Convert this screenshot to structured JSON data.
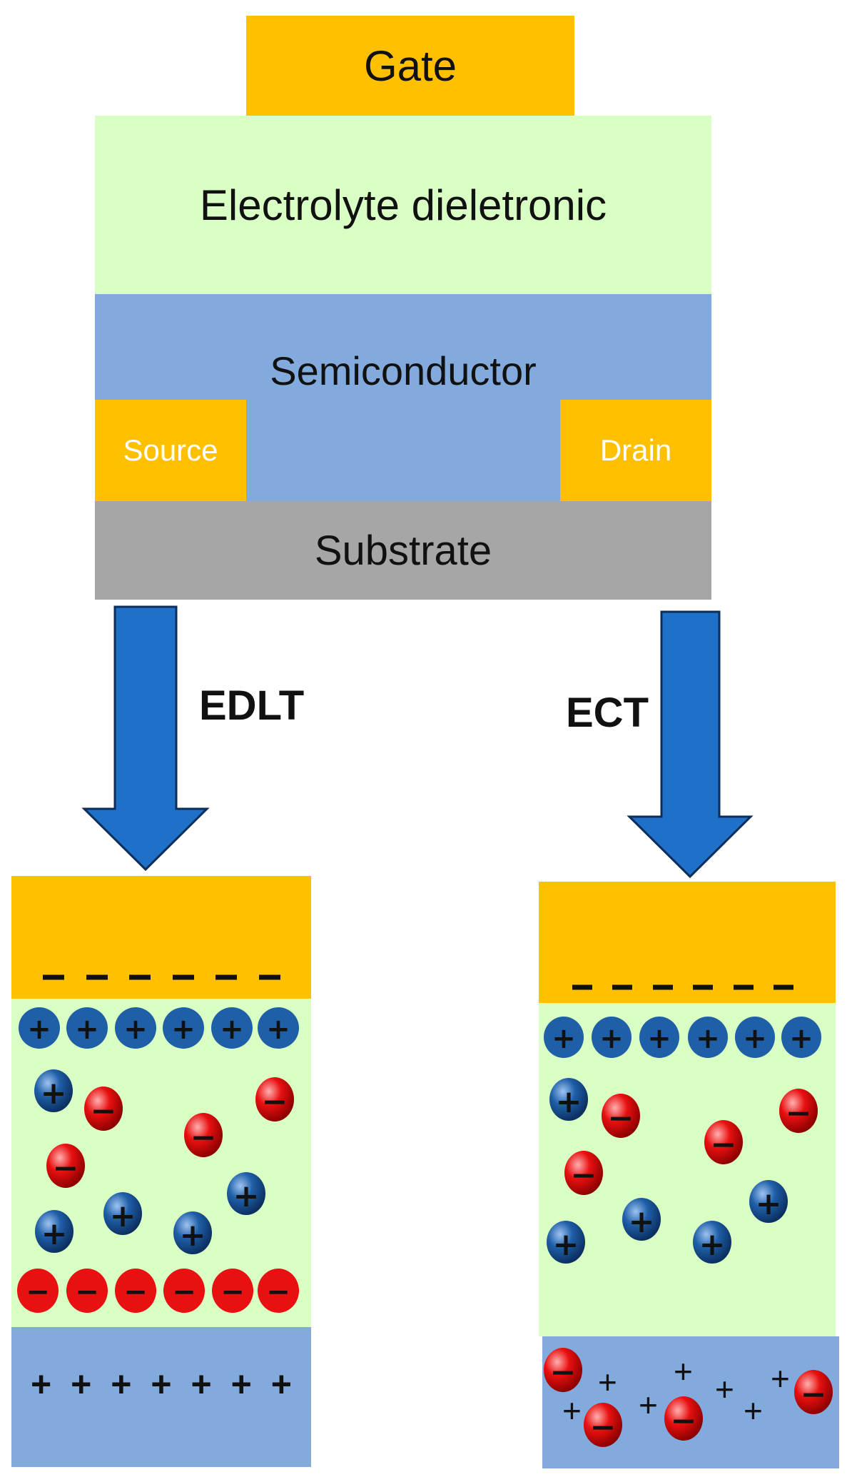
{
  "device": {
    "gate": "Gate",
    "electrolyte": "Electrolyte dieletronic",
    "semiconductor": "Semiconductor",
    "source": "Source",
    "drain": "Drain",
    "substrate": "Substrate"
  },
  "modes": {
    "edlt": "EDLT",
    "ect": "ECT"
  },
  "symbols": {
    "plus": "+",
    "minus": "−"
  },
  "colors": {
    "gate": "#FFC000",
    "electrolyte": "#D9FFC5",
    "semiconductor": "#82AADC",
    "substrate": "#A6A6A6",
    "arrow": "#1F70C8",
    "cation": "#1F5FA8",
    "anion": "#E01010"
  }
}
